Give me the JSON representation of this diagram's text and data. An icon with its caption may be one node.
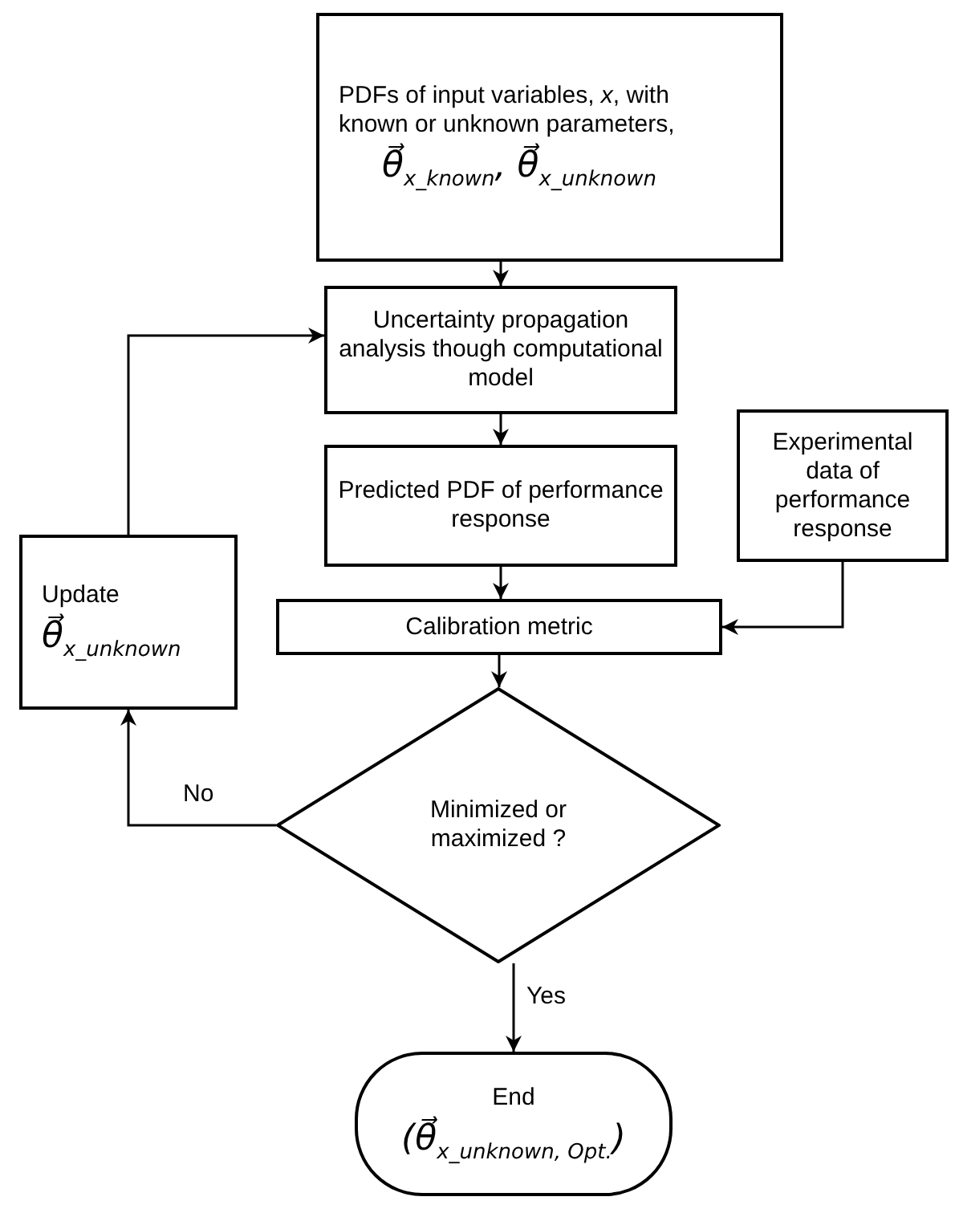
{
  "diagram": {
    "nodes": [
      {
        "text": [
          "PDFs of input variables, *x*, with known or unknown parameters,",
          "θ⃗$_{x_known}$, θ⃗$_{x_unknown}$"
        ]
      },
      {
        "text": [
          "Uncertainty propagation analysis though computational model"
        ]
      },
      {
        "text": [
          "Predicted PDF of performance response"
        ]
      },
      {
        "text": [
          "Experimental data of performance response"
        ]
      },
      {
        "text": [
          "Calibration metric"
        ]
      },
      {
        "text": [
          "Update",
          "θ⃗$_{x_unknown}$"
        ]
      },
      {
        "text": [
          "Minimized or maximized ?"
        ]
      },
      {
        "text": [
          "End",
          "(θ⃗$_{x_unknown, Opt.}$)"
        ]
      }
    ],
    "edges": [
      {
        "from": 0,
        "to": 1,
        "arrow": "to"
      },
      {
        "from": 1,
        "to": 2,
        "arrow": "to"
      },
      {
        "from": 2,
        "to": 4,
        "arrow": "to"
      },
      {
        "from": 3,
        "to": 4,
        "arrow": "to"
      },
      {
        "from": 4,
        "to": 6,
        "arrow": "to"
      },
      {
        "from": 6,
        "to": 5,
        "arrow": "to",
        "label": "No"
      },
      {
        "from": 5,
        "to": 1,
        "arrow": "to"
      },
      {
        "from": 6,
        "to": 7,
        "arrow": "to",
        "label": "Yes"
      }
    ]
  }
}
